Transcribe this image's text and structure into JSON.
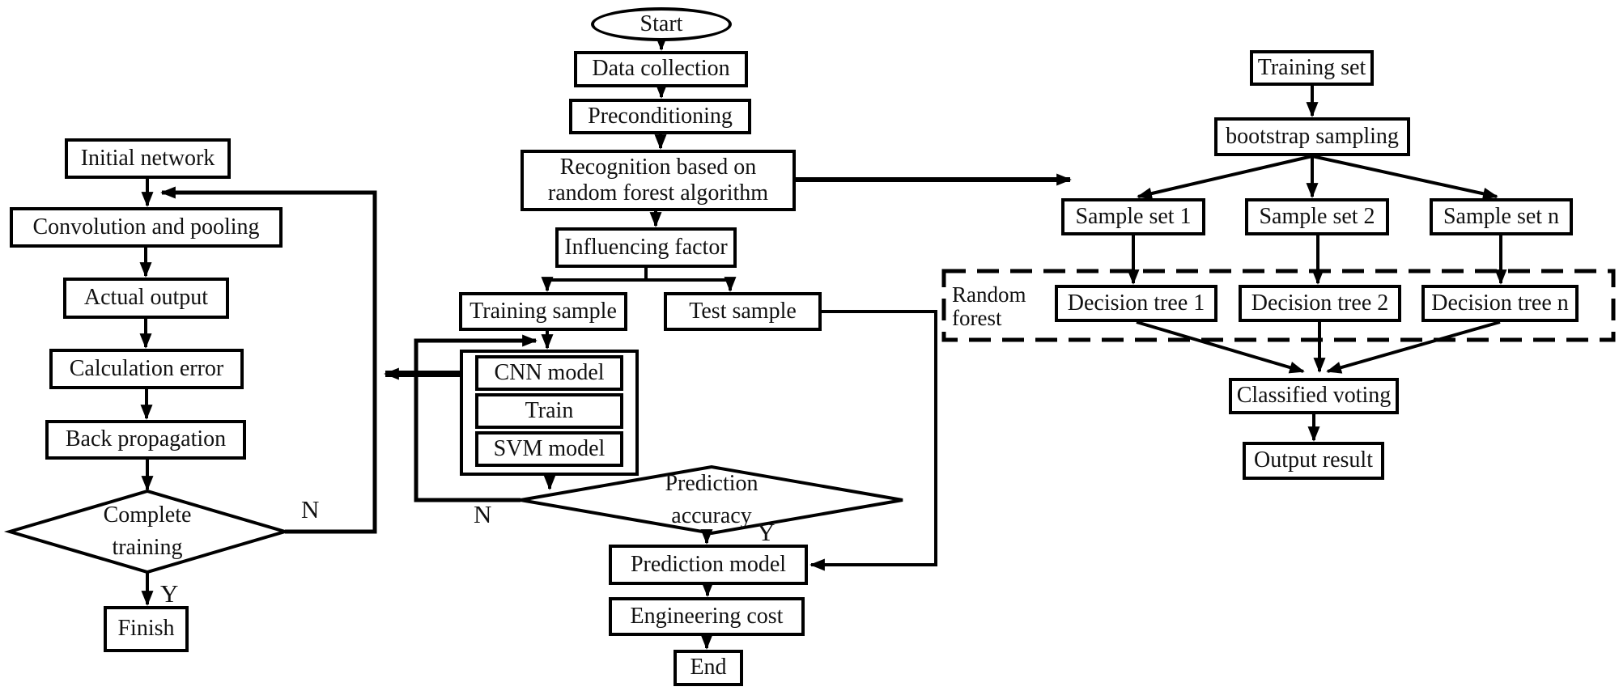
{
  "nodes": {
    "start": "Start",
    "data_collection": "Data collection",
    "preconditioning": "Preconditioning",
    "recognition": [
      "Recognition based on",
      "random forest algorithm"
    ],
    "influencing_factor": "Influencing factor",
    "training_sample": "Training sample",
    "test_sample": "Test sample",
    "cnn_model": "CNN model",
    "train": "Train",
    "svm_model": "SVM model",
    "prediction_accuracy": [
      "Prediction",
      "accuracy"
    ],
    "prediction_model": "Prediction model",
    "engineering_cost": "Engineering cost",
    "end": "End",
    "initial_network": "Initial network",
    "convolution_pooling": "Convolution and pooling",
    "actual_output": "Actual output",
    "calculation_error": "Calculation error",
    "back_propagation": "Back propagation",
    "complete_training": [
      "Complete",
      "training"
    ],
    "finish": "Finish",
    "training_set": "Training set",
    "bootstrap_sampling": "bootstrap sampling",
    "sample_set_1": "Sample set 1",
    "sample_set_2": "Sample set 2",
    "sample_set_n": "Sample set n",
    "decision_tree_1": "Decision tree 1",
    "decision_tree_2": "Decision tree 2",
    "decision_tree_n": "Decision tree n",
    "classified_voting": "Classified voting",
    "output_result": "Output result"
  },
  "labels": {
    "center_branch_no": "N",
    "center_branch_yes": "Y",
    "left_branch_no": "N",
    "left_branch_yes": "Y",
    "random_forest_group": [
      "Random",
      "forest"
    ]
  },
  "colors": {
    "stroke": "#000000",
    "background": "#ffffff"
  }
}
